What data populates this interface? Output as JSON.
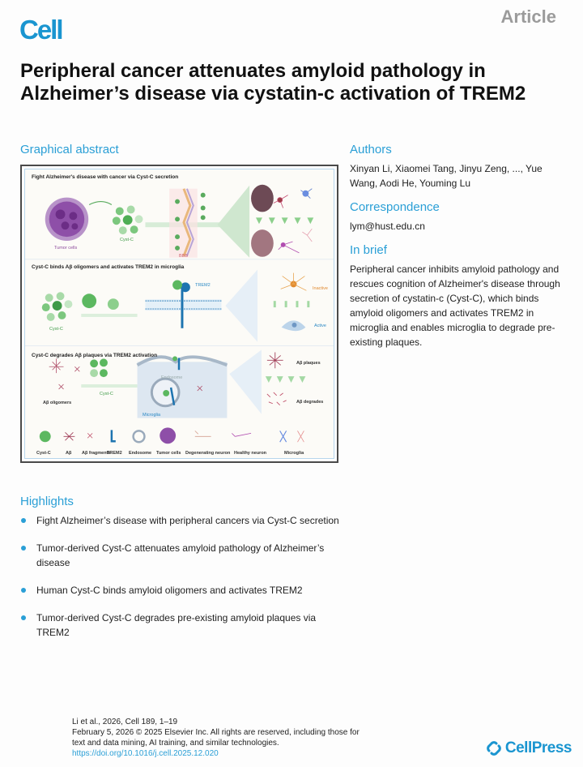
{
  "header": {
    "journal": "Cell",
    "article_type": "Article",
    "title": "Peripheral cancer attenuates amyloid pathology in Alzheimer’s disease via cystatin-c activation of TREM2"
  },
  "graphical_abstract": {
    "heading": "Graphical abstract",
    "panel1": {
      "title": "Fight Alzheimer's disease with cancer via Cyst-C secretion",
      "tumor_label": "Tumor cells",
      "cystc_label": "Cyst-C",
      "bbb_label": "BBB"
    },
    "panel2": {
      "title": "Cyst-C binds  Aβ oligomers and activates TREM2 in  microglia",
      "cystc_label": "Cyst-C",
      "trem2_label": "TREM2",
      "inactive_label": "Inactive",
      "active_label": "Active"
    },
    "panel3": {
      "title": "Cyst-C degrades Aβ plaques via TREM2 activation",
      "oligomers_label": "Aβ oligomers",
      "cystc_label": "Cyst-C",
      "endosome_label": "Endosome",
      "microglia_label": "Microglia",
      "plaques_label": "Aβ plaques",
      "degrades_label": "Aβ degrades"
    },
    "legend": [
      "Cyst-C",
      "Aβ",
      "Aβ fragments",
      "TREM2",
      "Endosome",
      "Tumor cells",
      "Degenerating neuron",
      "Healthy neuron",
      "Microglia"
    ]
  },
  "authors": {
    "heading": "Authors",
    "text": "Xinyan Li, Xiaomei Tang, Jinyu Zeng, ..., Yue Wang, Aodi He, Youming Lu"
  },
  "correspondence": {
    "heading": "Correspondence",
    "email": "lym@hust.edu.cn"
  },
  "in_brief": {
    "heading": "In brief",
    "text": "Peripheral cancer inhibits amyloid pathology and rescues cognition of Alzheimer's disease through secretion of cystatin-c (Cyst-C), which binds amyloid oligomers and activates TREM2 in microglia and enables microglia to degrade pre-existing plaques."
  },
  "highlights": {
    "heading": "Highlights",
    "items": [
      "Fight Alzheimer’s disease with peripheral cancers via Cyst-C secretion",
      "Tumor-derived Cyst-C attenuates amyloid pathology of Alzheimer’s disease",
      "Human Cyst-C binds amyloid oligomers and activates TREM2",
      "Tumor-derived Cyst-C degrades pre-existing amyloid plaques via TREM2"
    ]
  },
  "footer": {
    "citation": "Li et al., 2026, Cell 189, 1–19",
    "copyright_line1": "February 5, 2026 © 2025 Elsevier Inc. All rights are reserved, including those for",
    "copyright_line2": "text and data mining, AI training, and similar technologies.",
    "doi": "https://doi.org/10.1016/j.cell.2025.12.020",
    "publisher": "CellPress"
  },
  "colors": {
    "accent": "#2a9fd6",
    "logo": "#1a95d0",
    "article_type": "#9b9b9b"
  }
}
